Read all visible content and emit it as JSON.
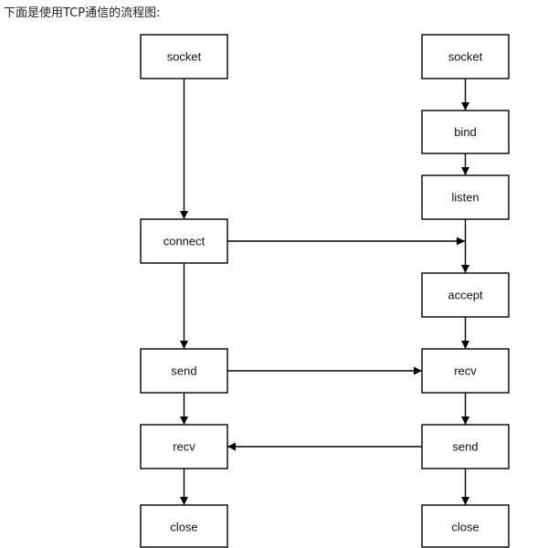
{
  "intro_text": "下面是使用TCP通信的流程图:",
  "client": {
    "nodes": [
      "socket",
      "connect",
      "send",
      "recv",
      "close"
    ]
  },
  "server": {
    "nodes": [
      "socket",
      "bind",
      "listen",
      "accept",
      "recv",
      "send",
      "close"
    ]
  },
  "colors": {
    "stroke": "#000000",
    "background": "#ffffff"
  }
}
